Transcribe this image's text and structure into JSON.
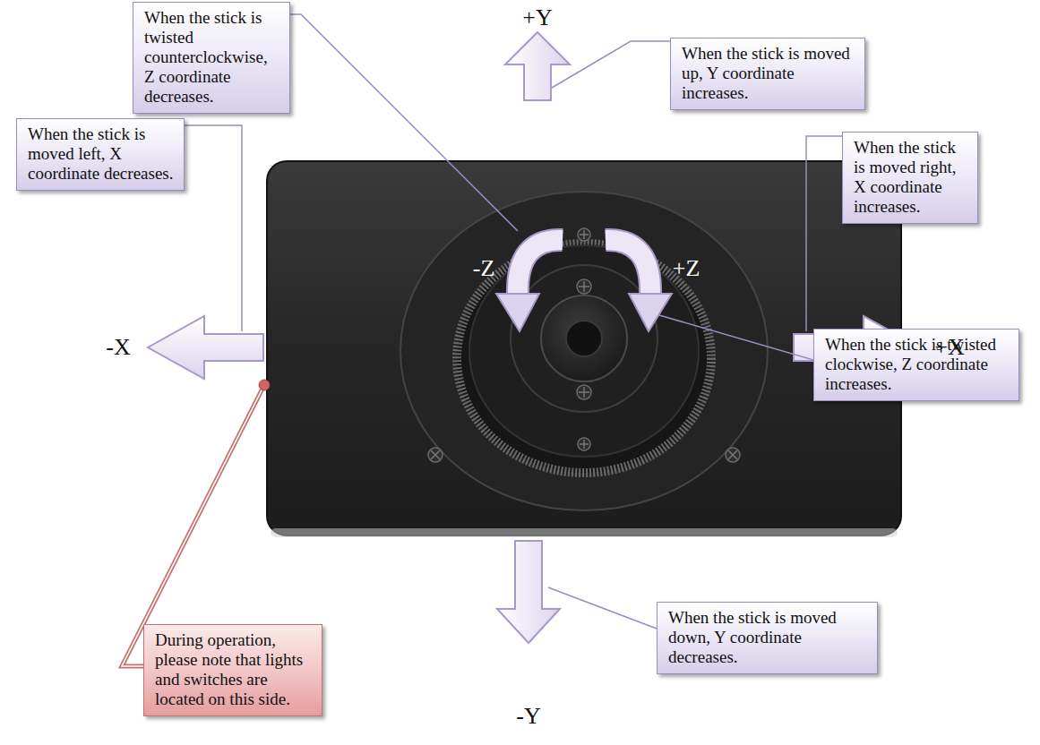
{
  "diagram": {
    "nodes": [
      {
        "text": [
          "When the stick is twisted counterclockwise, Z coordinate decreases."
        ]
      },
      {
        "text": [
          "When the stick is moved up, Y coordinate increases."
        ]
      },
      {
        "text": [
          "When the stick is moved left, X coordinate decreases."
        ]
      },
      {
        "text": [
          "When the stick is moved right, X coordinate increases."
        ]
      },
      {
        "text": [
          "When the stick is twisted clockwise, Z coordinate increases."
        ]
      },
      {
        "text": [
          "During operation, please note that lights and switches are located on this side."
        ]
      },
      {
        "text": [
          "When the stick is moved down, Y coordinate decreases."
        ]
      }
    ],
    "labels": [
      "+Y",
      "-Z",
      "+Z",
      "-X",
      "+X",
      "-Y"
    ]
  }
}
